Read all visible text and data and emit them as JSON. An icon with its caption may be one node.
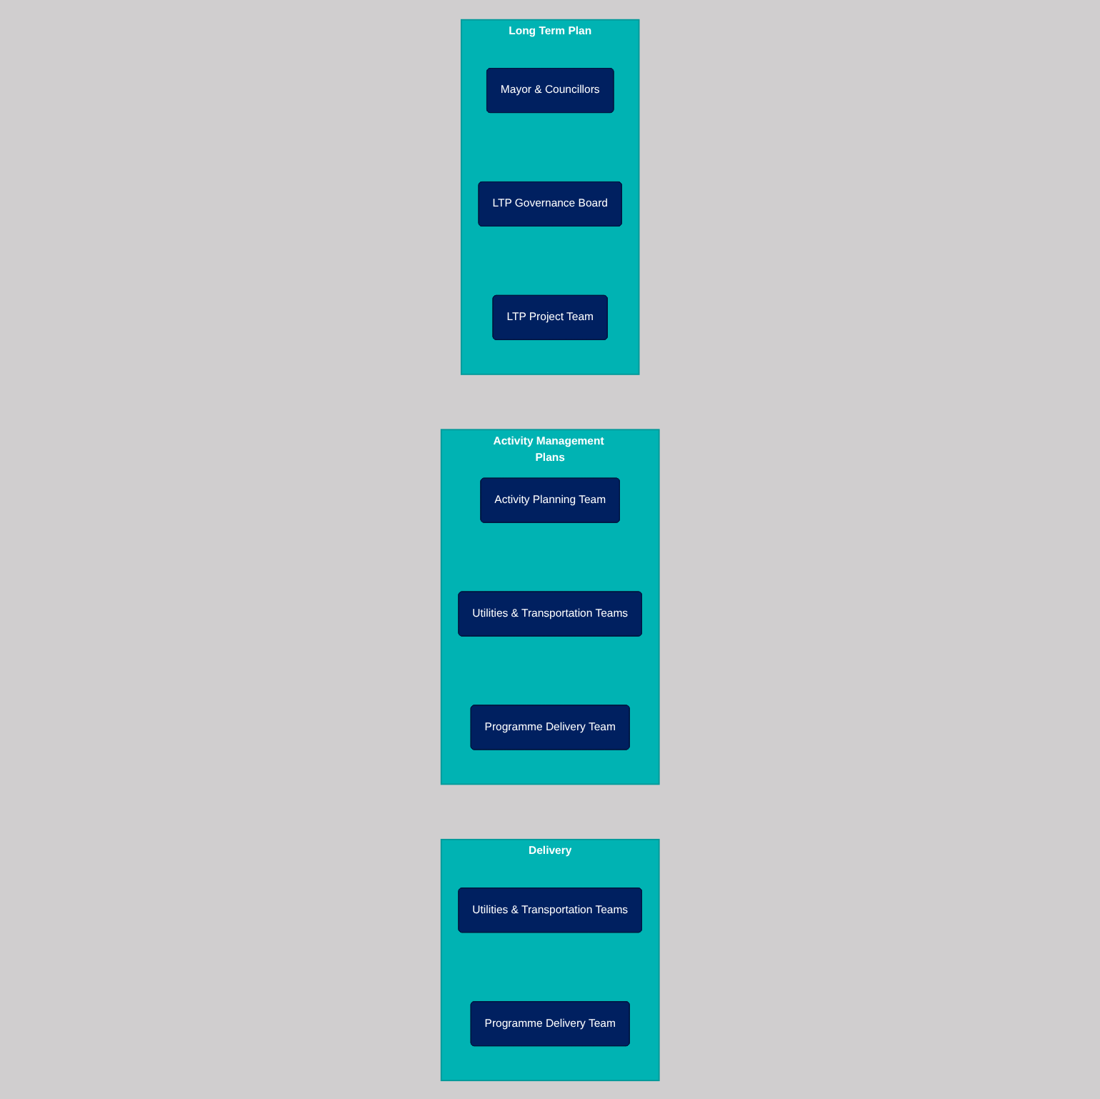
{
  "diagram": {
    "nodes": [
      {
        "text": [
          "Long Term Plan"
        ]
      },
      {
        "text": [
          "Mayor & Councillors"
        ],
        "in": 0
      },
      {
        "text": [
          "LTP Governance Board"
        ],
        "in": 0
      },
      {
        "text": [
          "LTP Project Team"
        ],
        "in": 0
      },
      {
        "text": [
          "Activity Management Plans"
        ]
      },
      {
        "text": [
          "Activity Planning Team"
        ],
        "in": 4
      },
      {
        "text": [
          "Utilities & Transportation Teams"
        ],
        "in": 4
      },
      {
        "text": [
          "Programme Delivery Team"
        ],
        "in": 4
      },
      {
        "text": [
          "Delivery"
        ]
      },
      {
        "text": [
          "Utilities & Transportation Teams"
        ],
        "in": 8
      },
      {
        "text": [
          "Programme Delivery Team"
        ],
        "in": 8
      }
    ]
  }
}
